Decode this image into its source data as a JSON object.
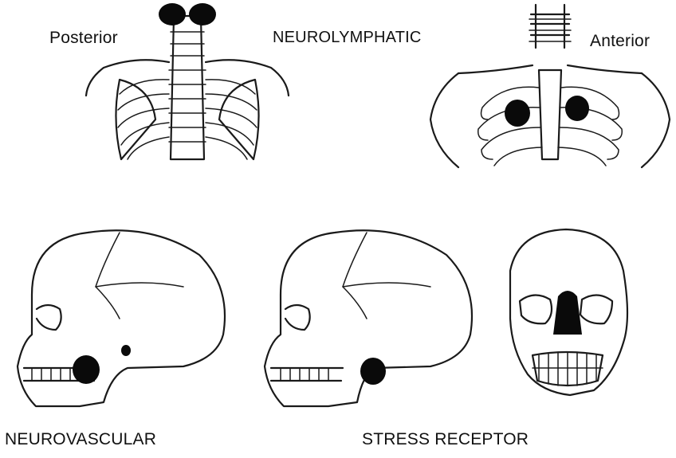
{
  "labels": {
    "posterior": "Posterior",
    "neurolymphatic": "NEUROLYMPHATIC",
    "anterior": "Anterior",
    "neurovascular": "NEUROVASCULAR",
    "stress_receptor": "STRESS RECEPTOR"
  },
  "colors": {
    "ink": "#1a1a1a",
    "point": "#0a0a0a",
    "paper": "#ffffff"
  }
}
